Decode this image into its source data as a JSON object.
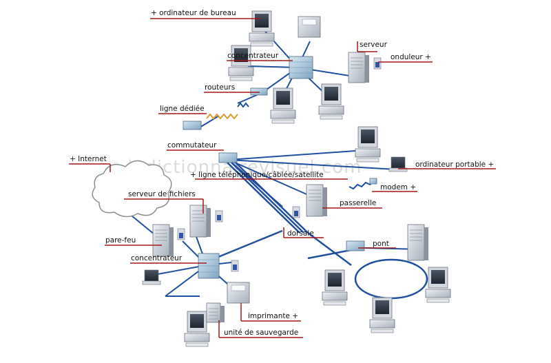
{
  "watermark": "ledictionnairevisuel.com",
  "labels": {
    "ordinateur_de_bureau": "+ ordinateur de bureau",
    "concentrateur_top": "concentrateur",
    "serveur": "serveur",
    "onduleur": "onduleur +",
    "routeurs": "routeurs",
    "ligne_dediee": "ligne dédiée",
    "commutateur": "commutateur",
    "internet": "+ Internet",
    "ligne_telephonique": "+ ligne téléphonique/câblée/satellite",
    "ordinateur_portable": "ordinateur portable +",
    "modem": "modem +",
    "passerelle": "passerelle",
    "serveur_de_fichiers": "serveur de fichiers",
    "dorsale": "dorsale",
    "pont": "pont",
    "pare_feu": "pare-feu",
    "concentrateur_bottom": "concentrateur",
    "imprimante": "imprimante +",
    "unite_de_sauvegarde": "unité de sauvegarde"
  },
  "colors": {
    "leader": "#a31919",
    "cable": "#1f4f9e",
    "device": "#c9ced6",
    "screen": "#2e3440",
    "hub": "#a9c4dc"
  }
}
